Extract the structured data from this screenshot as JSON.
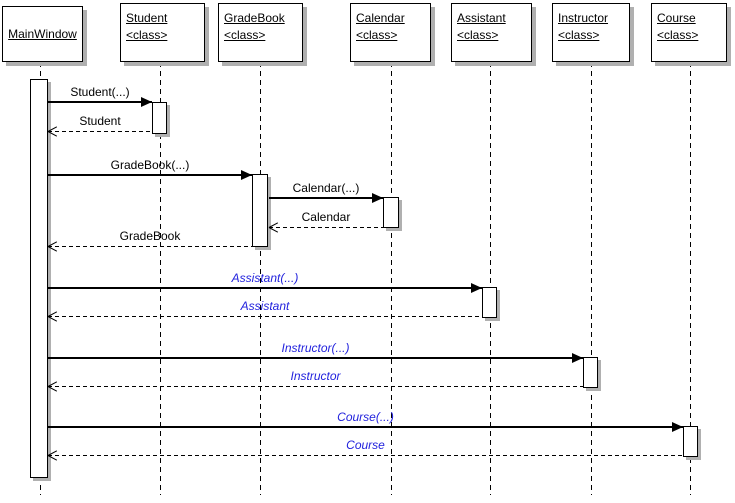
{
  "diagram": {
    "type": "uml-sequence-diagram",
    "colors": {
      "ink": "#000000",
      "message_blue": "#2222dd",
      "shadow": "#b0b0b0",
      "background": "#ffffff"
    },
    "lifelines": [
      {
        "name": "MainWindow",
        "stereotype": ""
      },
      {
        "name": "Student",
        "stereotype": "<class>"
      },
      {
        "name": "GradeBook",
        "stereotype": "<class>"
      },
      {
        "name": "Calendar",
        "stereotype": "<class>"
      },
      {
        "name": "Assistant",
        "stereotype": "<class>"
      },
      {
        "name": "Instructor",
        "stereotype": "<class>"
      },
      {
        "name": "Course",
        "stereotype": "<class>"
      }
    ],
    "messages": [
      {
        "label": "Student(...)",
        "from": "MainWindow",
        "to": "Student",
        "kind": "call",
        "style": "black"
      },
      {
        "label": "Student",
        "from": "Student",
        "to": "MainWindow",
        "kind": "return",
        "style": "black"
      },
      {
        "label": "GradeBook(...)",
        "from": "MainWindow",
        "to": "GradeBook",
        "kind": "call",
        "style": "black"
      },
      {
        "label": "Calendar(...)",
        "from": "GradeBook",
        "to": "Calendar",
        "kind": "call",
        "style": "black"
      },
      {
        "label": "Calendar",
        "from": "Calendar",
        "to": "GradeBook",
        "kind": "return",
        "style": "black"
      },
      {
        "label": "GradeBook",
        "from": "GradeBook",
        "to": "MainWindow",
        "kind": "return",
        "style": "black"
      },
      {
        "label": "Assistant(...)",
        "from": "MainWindow",
        "to": "Assistant",
        "kind": "call",
        "style": "blue-italic"
      },
      {
        "label": "Assistant",
        "from": "Assistant",
        "to": "MainWindow",
        "kind": "return",
        "style": "blue-italic"
      },
      {
        "label": "Instructor(...)",
        "from": "MainWindow",
        "to": "Instructor",
        "kind": "call",
        "style": "blue-italic"
      },
      {
        "label": "Instructor",
        "from": "Instructor",
        "to": "MainWindow",
        "kind": "return",
        "style": "blue-italic"
      },
      {
        "label": "Course(...)",
        "from": "MainWindow",
        "to": "Course",
        "kind": "call",
        "style": "blue-italic"
      },
      {
        "label": "Course",
        "from": "Course",
        "to": "MainWindow",
        "kind": "return",
        "style": "blue-italic"
      }
    ]
  }
}
